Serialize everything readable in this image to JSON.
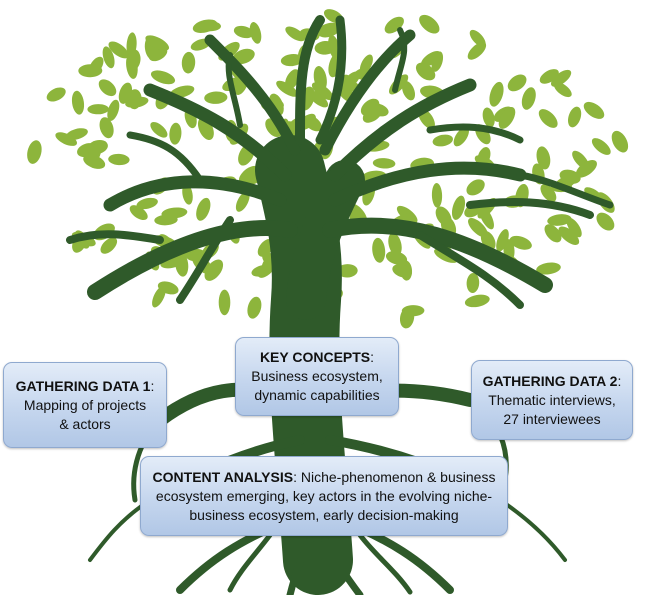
{
  "colors": {
    "trunk": "#2f5a2a",
    "leaf": "#8db53c",
    "box_border": "#8fa9cf"
  },
  "boxes": {
    "gathering1": {
      "heading": "GATHERING DATA 1",
      "colon": ":",
      "line1": "Mapping of projects",
      "line2": "& actors"
    },
    "key_concepts": {
      "heading": "KEY CONCEPTS",
      "colon": ":",
      "line1": "Business ecosystem,",
      "line2": "dynamic capabilities"
    },
    "gathering2": {
      "heading": "GATHERING DATA 2",
      "colon": ":",
      "line1": "Thematic interviews,",
      "line2": "27 interviewees"
    },
    "content_analysis": {
      "heading": "CONTENT ANALYSIS",
      "colon": ":",
      "line0": " Niche-phenomenon & business",
      "line1": "ecosystem emerging, key actors in the evolving niche-",
      "line2": "business ecosystem, early decision-making"
    }
  }
}
